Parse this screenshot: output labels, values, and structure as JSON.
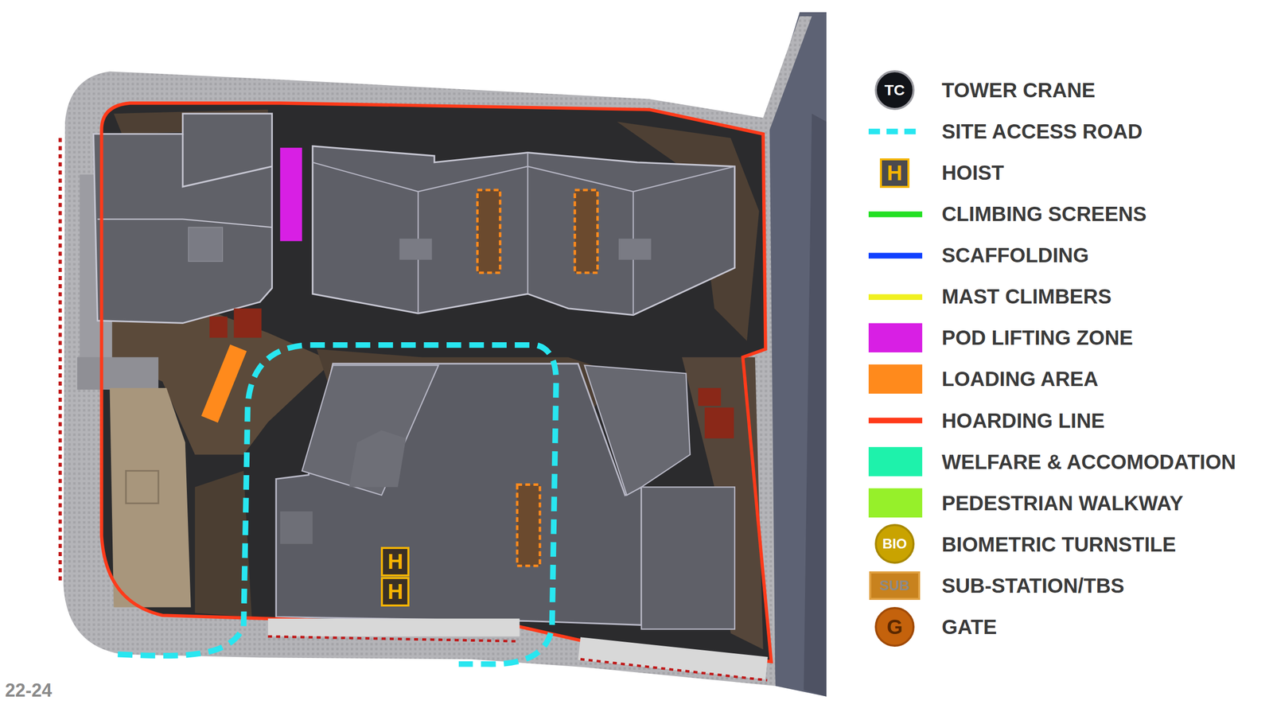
{
  "diagram": {
    "nodes": [
      {
        "text": [
          "TC"
        ]
      },
      {
        "text": [
          "H"
        ]
      },
      {
        "text": [
          "BIO"
        ]
      },
      {
        "text": [
          "SUB"
        ]
      },
      {
        "text": [
          "G"
        ]
      },
      {
        "text": [
          "H"
        ]
      },
      {
        "text": [
          "H"
        ]
      }
    ],
    "labels": [
      "22-24"
    ],
    "legend": [
      {
        "text": "TOWER CRANE"
      },
      {
        "text": "SITE ACCESS ROAD"
      },
      {
        "text": "HOIST"
      },
      {
        "text": "CLIMBING SCREENS"
      },
      {
        "text": "SCAFFOLDING"
      },
      {
        "text": "MAST CLIMBERS"
      },
      {
        "text": "POD LIFTING ZONE",
        "color": "#d81fe4"
      },
      {
        "text": "LOADING AREA",
        "color": "#ff8a1c"
      },
      {
        "text": "HOARDING LINE"
      },
      {
        "text": "WELFARE & ACCOMODATION",
        "color": "#1ef2ab"
      },
      {
        "text": "PEDESTRIAN WALKWAY",
        "color": "#96f02a"
      },
      {
        "text": "BIOMETRIC TURNSTILE"
      },
      {
        "text": "SUB-STATION/TBS"
      },
      {
        "text": "GATE"
      }
    ]
  }
}
